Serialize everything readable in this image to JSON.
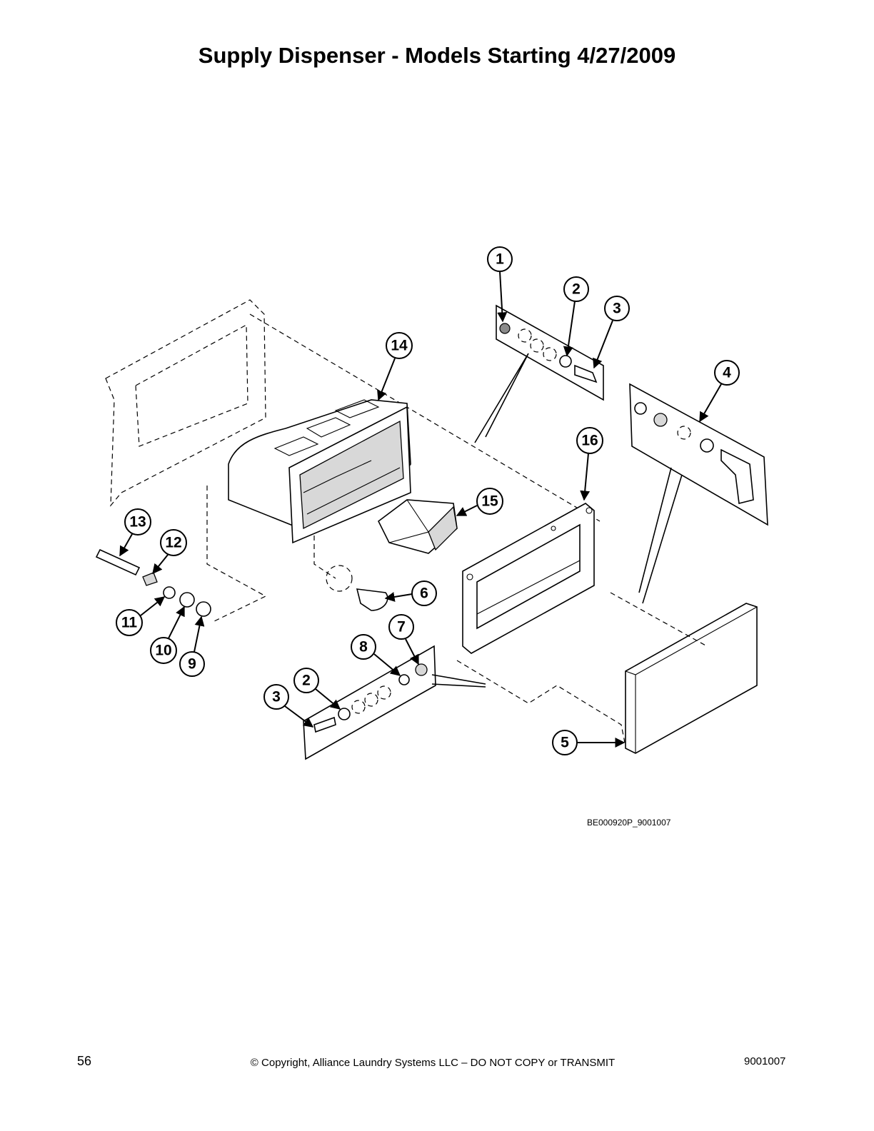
{
  "title": "Supply Dispenser - Models Starting 4/27/2009",
  "figure_code": "BE000920P_9001007",
  "callouts": [
    "1",
    "2",
    "3",
    "4",
    "16",
    "14",
    "15",
    "13",
    "12",
    "6",
    "11",
    "7",
    "10",
    "8",
    "9",
    "2",
    "3",
    "5"
  ],
  "footer": {
    "page_number": "56",
    "copyright": "© Copyright, Alliance Laundry Systems LLC – DO NOT COPY or TRANSMIT",
    "document_number": "9001007"
  }
}
